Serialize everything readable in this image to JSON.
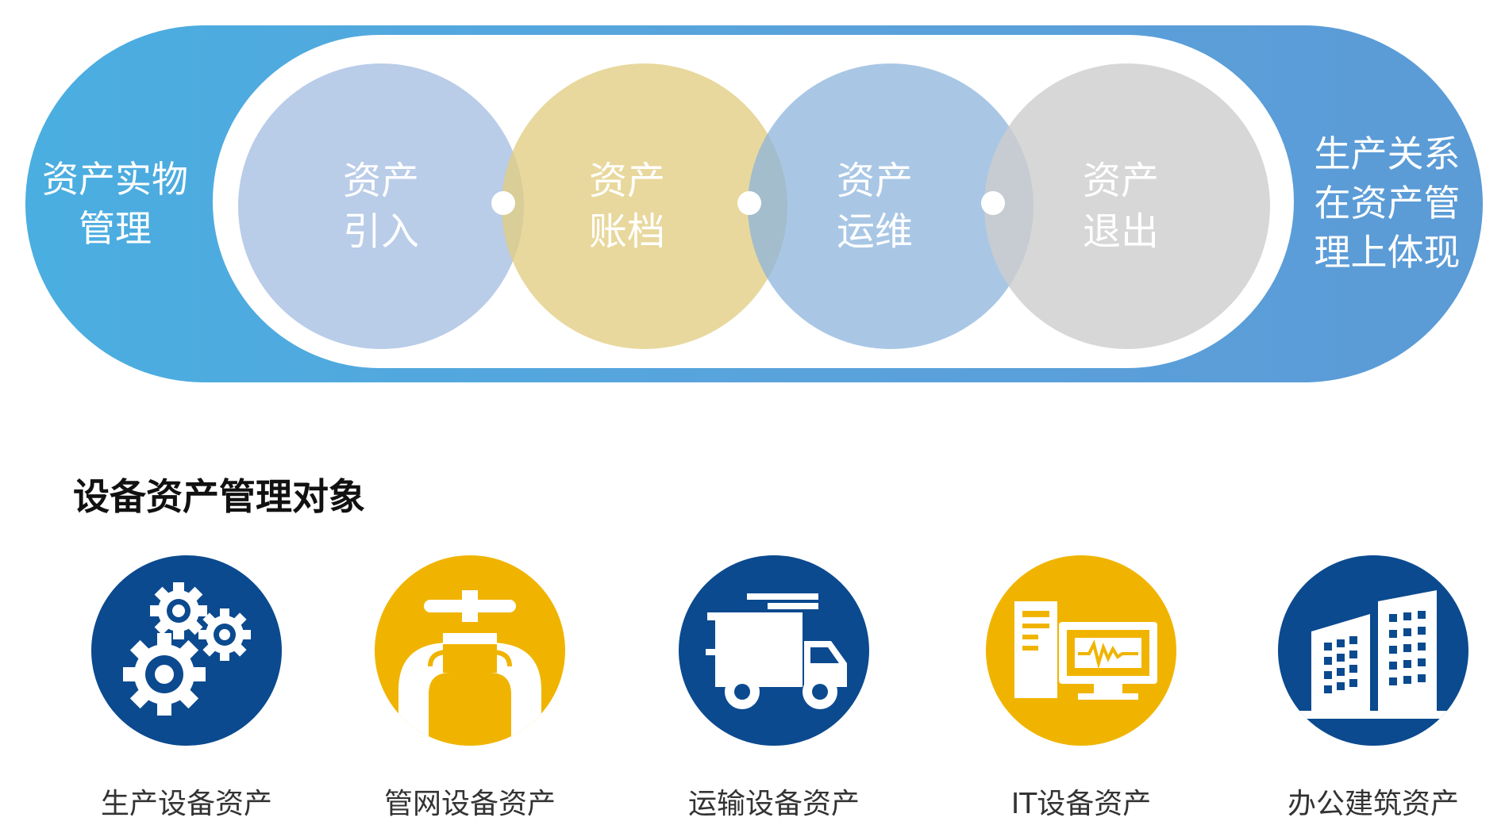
{
  "lifecycle": {
    "left_text": [
      "资产实物",
      "管理"
    ],
    "right_text": [
      "生产关系",
      "在资产管",
      "理上体现"
    ],
    "stages": [
      {
        "line1": "资产",
        "line2": "引入"
      },
      {
        "line1": "资产",
        "line2": "账档"
      },
      {
        "line1": "资产",
        "line2": "运维"
      },
      {
        "line1": "资产",
        "line2": "退出"
      }
    ],
    "colors": {
      "band": "#4aaee0",
      "stage1": "#a5bee1",
      "stage2": "#e1cd82",
      "stage3": "#8cb4dc",
      "stage4": "#cdcdcd"
    }
  },
  "section_title": "设备资产管理对象",
  "assets": [
    {
      "label": "生产设备资产",
      "icon": "gears-icon",
      "color": "#0b4a8f"
    },
    {
      "label": "管网设备资产",
      "icon": "pipe-valve-icon",
      "color": "#f0b400"
    },
    {
      "label": "运输设备资产",
      "icon": "truck-icon",
      "color": "#0b4a8f"
    },
    {
      "label": "IT设备资产",
      "icon": "computer-monitor-icon",
      "color": "#f0b400"
    },
    {
      "label": "办公建筑资产",
      "icon": "office-buildings-icon",
      "color": "#0b4a8f"
    }
  ]
}
